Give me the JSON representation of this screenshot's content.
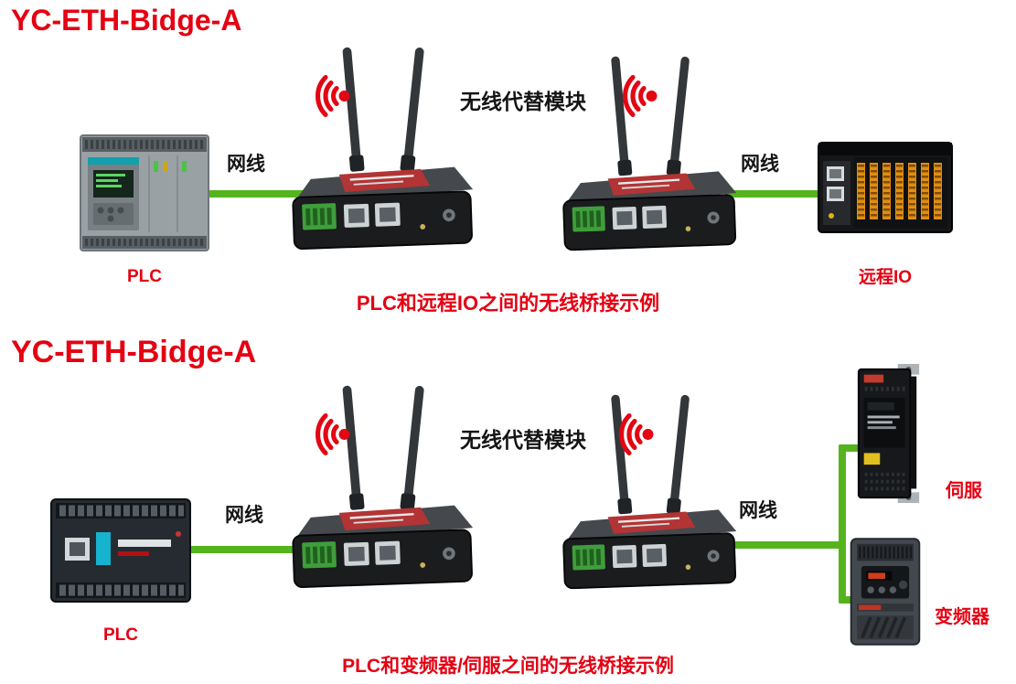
{
  "colors": {
    "title_red": "#e50012",
    "label_red": "#e50012",
    "cable_green": "#55b41e",
    "wifi_red": "#e30613",
    "text_black": "#151515",
    "background": "#ffffff"
  },
  "icons": {
    "wifi_signal_icon": "red concentric radio arcs with dot",
    "ethernet_cable_line": "thick green line",
    "wireless_bridge_device": "black router with two antennas",
    "plc_device": "PLC controller illustration",
    "remote_io_device": "remote IO rack illustration",
    "servo_drive_device": "servo drive illustration",
    "inverter_device": "frequency inverter illustration"
  },
  "diagram_top": {
    "title": "YC-ETH-Bidge-A",
    "plc_label": "PLC",
    "left_cable_label": "网线",
    "wireless_label": "无线代替模块",
    "right_cable_label": "网线",
    "remote_io_label": "远程IO",
    "caption": "PLC和远程IO之间的无线桥接示例"
  },
  "diagram_bottom": {
    "title": "YC-ETH-Bidge-A",
    "plc_label": "PLC",
    "left_cable_label": "网线",
    "wireless_label": "无线代替模块",
    "right_cable_label": "网线",
    "servo_label": "伺服",
    "inverter_label": "变频器",
    "caption": "PLC和变频器/伺服之间的无线桥接示例"
  }
}
